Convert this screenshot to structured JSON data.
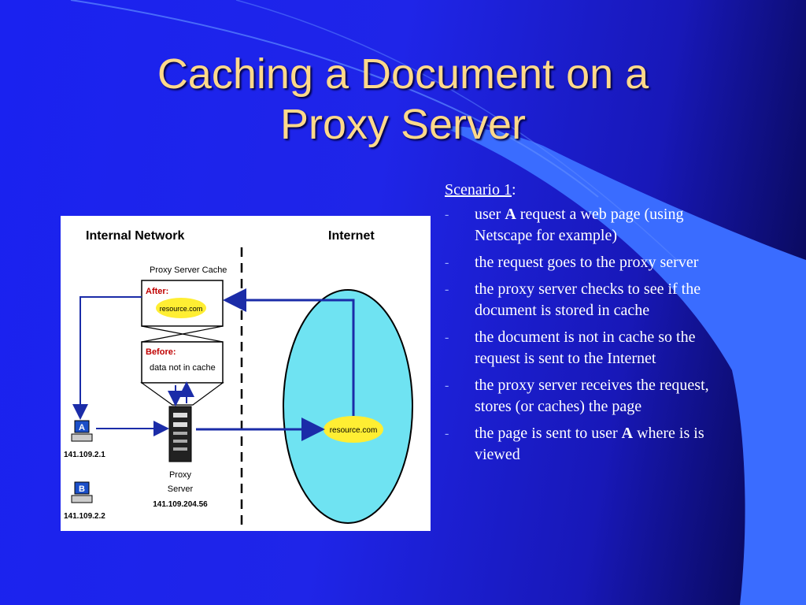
{
  "slide": {
    "title_line1": "Caching a Document on a",
    "title_line2": "Proxy Server"
  },
  "diagram": {
    "internal_network": "Internal Network",
    "internet": "Internet",
    "cache_label": "Proxy Server Cache",
    "after_label": "After:",
    "after_value": "resource.com",
    "before_label": "Before:",
    "before_value": "data not in cache",
    "internet_site": "resource.com",
    "client_a_letter": "A",
    "client_a_ip": "141.109.2.1",
    "client_b_letter": "B",
    "client_b_ip": "141.109.2.2",
    "server_line1": "Proxy",
    "server_line2": "Server",
    "server_ip": "141.109.204.56"
  },
  "bullets": {
    "scenario": "Scenario 1",
    "scenario_colon": ":",
    "dash": "-",
    "items": [
      {
        "pre": "user ",
        "bold": "A",
        "post": " request a web page (using Netscape for example)"
      },
      {
        "pre": " the request goes to the proxy server",
        "bold": "",
        "post": ""
      },
      {
        "pre": " the proxy server checks to see if the document is stored in cache",
        "bold": "",
        "post": ""
      },
      {
        "pre": " the document is not in cache so the request is sent to the Internet",
        "bold": "",
        "post": ""
      },
      {
        "pre": " the proxy server receives the request, stores (or caches) the page",
        "bold": "",
        "post": ""
      },
      {
        "pre": " the page is sent to user ",
        "bold": "A",
        "post": " where is is viewed"
      }
    ]
  },
  "colors": {
    "title": "#ffd98a",
    "swoosh": "#3a6cff",
    "cloud": "#6fe3f2",
    "oval": "#ffee33",
    "arrow": "#1b2ca8"
  }
}
